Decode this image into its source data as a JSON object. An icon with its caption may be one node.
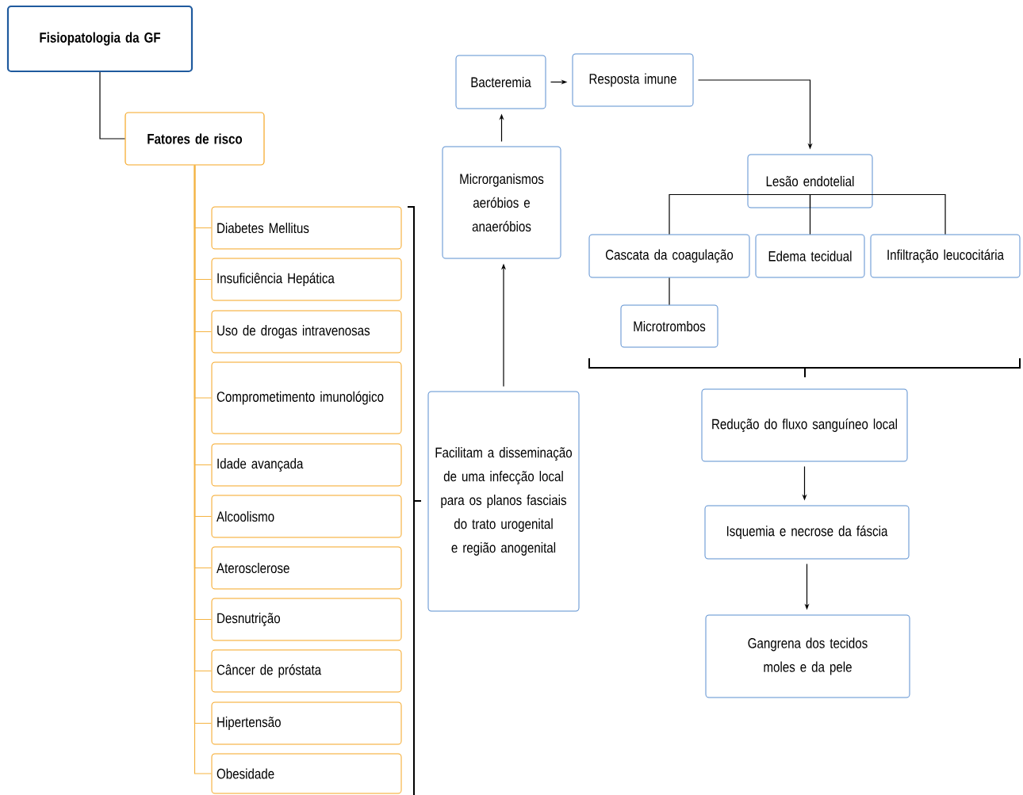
{
  "diagram": {
    "nodes": [
      {
        "text": [
          "Fisiopatologia da GF"
        ]
      },
      {
        "text": [
          "Fatores de risco"
        ]
      },
      {
        "text": [
          "Diabetes Mellitus"
        ]
      },
      {
        "text": [
          "Insuficiência Hepática"
        ]
      },
      {
        "text": [
          "Uso de drogas intravenosas"
        ]
      },
      {
        "text": [
          "Comprometimento imunológico"
        ]
      },
      {
        "text": [
          "Idade avançada"
        ]
      },
      {
        "text": [
          "Alcoolismo"
        ]
      },
      {
        "text": [
          "Aterosclerose"
        ]
      },
      {
        "text": [
          "Desnutrição"
        ]
      },
      {
        "text": [
          "Câncer de próstata"
        ]
      },
      {
        "text": [
          "Hipertensão"
        ]
      },
      {
        "text": [
          "Obesidade"
        ]
      },
      {
        "text": [
          "Facilitam a disseminação de uma infecção local para os planos fasciais do trato urogenital e região anogenital"
        ]
      },
      {
        "text": [
          "Microrganismos aeróbios e anaeróbios"
        ]
      },
      {
        "text": [
          "Bacteremia"
        ]
      },
      {
        "text": [
          "Resposta imune"
        ]
      },
      {
        "text": [
          "Lesão endotelial"
        ]
      },
      {
        "text": [
          "Cascata da coagulação"
        ]
      },
      {
        "text": [
          "Edema tecidual"
        ]
      },
      {
        "text": [
          "Infiltração leucocitária"
        ]
      },
      {
        "text": [
          "Microtrombos"
        ]
      },
      {
        "text": [
          "Redução do fluxo sanguíneo local"
        ]
      },
      {
        "text": [
          "Isquemia e necrose da fáscia"
        ]
      },
      {
        "text": [
          "Gangrena dos tecidos moles e da pele"
        ]
      }
    ],
    "edges": [
      {
        "from": 0,
        "to": 1,
        "arrow": "none"
      },
      {
        "from": 1,
        "to": 2,
        "arrow": "none",
        "color": "#f5b342"
      },
      {
        "from": 1,
        "to": 3,
        "arrow": "none",
        "color": "#f5b342"
      },
      {
        "from": 1,
        "to": 4,
        "arrow": "none",
        "color": "#f5b342"
      },
      {
        "from": 1,
        "to": 5,
        "arrow": "none",
        "color": "#f5b342"
      },
      {
        "from": 1,
        "to": 6,
        "arrow": "none",
        "color": "#f5b342"
      },
      {
        "from": 1,
        "to": 7,
        "arrow": "none",
        "color": "#f5b342"
      },
      {
        "from": 1,
        "to": 8,
        "arrow": "none",
        "color": "#f5b342"
      },
      {
        "from": 1,
        "to": 9,
        "arrow": "none",
        "color": "#f5b342"
      },
      {
        "from": 1,
        "to": 10,
        "arrow": "none",
        "color": "#f5b342"
      },
      {
        "from": 1,
        "to": 11,
        "arrow": "none",
        "color": "#f5b342"
      },
      {
        "from": 1,
        "to": 12,
        "arrow": "none",
        "color": "#f5b342"
      },
      {
        "from": 13,
        "to": 14,
        "arrow": "to"
      },
      {
        "from": 14,
        "to": 15,
        "arrow": "to"
      },
      {
        "from": 15,
        "to": 16,
        "arrow": "to"
      },
      {
        "from": 16,
        "to": 17,
        "arrow": "to"
      },
      {
        "from": 17,
        "to": 18,
        "arrow": "none"
      },
      {
        "from": 17,
        "to": 19,
        "arrow": "none"
      },
      {
        "from": 17,
        "to": 20,
        "arrow": "none"
      },
      {
        "from": 18,
        "to": 21,
        "arrow": "none"
      },
      {
        "from": 22,
        "to": 23,
        "arrow": "to"
      },
      {
        "from": 23,
        "to": 24,
        "arrow": "to"
      }
    ]
  }
}
